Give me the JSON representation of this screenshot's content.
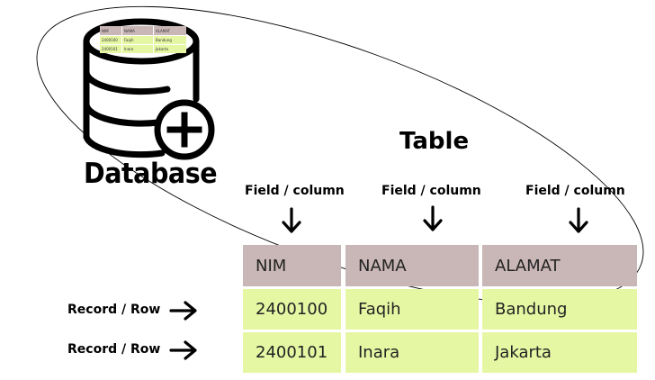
{
  "database": {
    "label": "Database",
    "icon": "database-plus-icon"
  },
  "table": {
    "title": "Table",
    "columns": [
      "NIM",
      "NAMA",
      "ALAMAT"
    ],
    "rows": [
      [
        "2400100",
        "Faqih",
        "Bandung"
      ],
      [
        "2400101",
        "Inara",
        "Jakarta"
      ]
    ]
  },
  "annotations": {
    "field_labels": [
      "Field / column",
      "Field / column",
      "Field / column"
    ],
    "record_labels": [
      "Record / Row",
      "Record / Row"
    ],
    "down_arrow_icon": "arrow-down-icon",
    "right_arrow_icon": "arrow-right-icon"
  },
  "mini_table": {
    "columns": [
      "NIM",
      "NAMA",
      "ALAMAT"
    ],
    "rows": [
      [
        "2400100",
        "Faqih",
        "Bandung"
      ],
      [
        "2400101",
        "Inara",
        "Jakarta"
      ]
    ]
  },
  "colors": {
    "header_fill": "#c9b6b6",
    "row_fill": "#e6f7a4",
    "line": "#000000"
  }
}
